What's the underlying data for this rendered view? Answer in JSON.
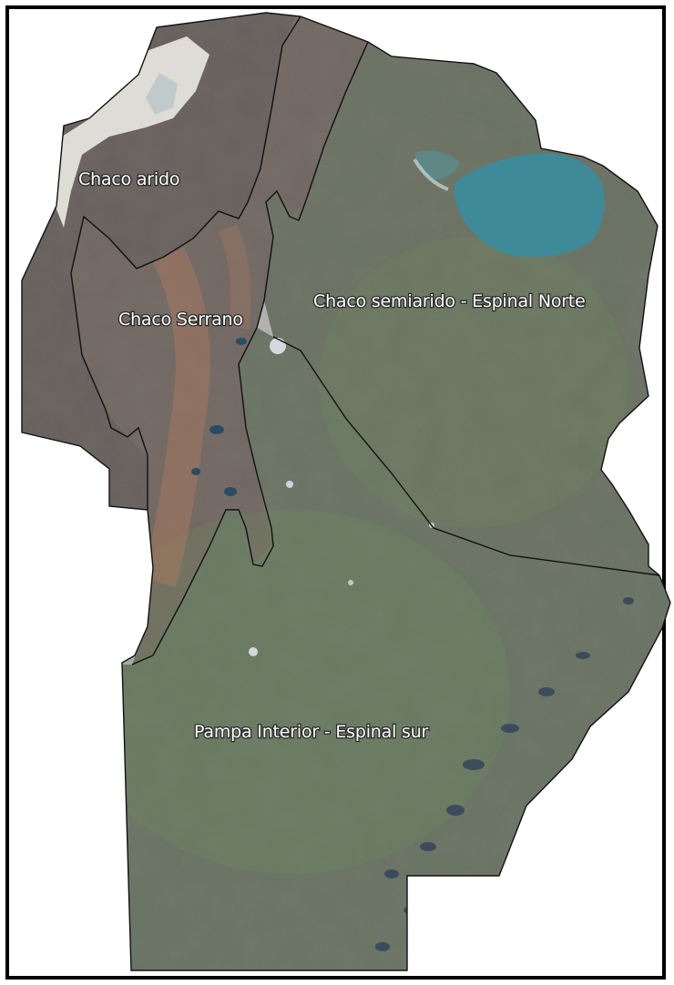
{
  "map": {
    "labels": {
      "chaco_arido": "Chaco arido",
      "chaco_serrano": "Chaco Serrano",
      "chaco_semiarido": "Chaco semiarido - Espinal Norte",
      "pampa_interior": "Pampa Interior - Espinal sur"
    },
    "colors": {
      "frame": "#000000",
      "boundary": "#111111",
      "chaco_arido": "#5a4a45",
      "chaco_serrano": "#6e5a4e",
      "chaco_semiarido": "#5f7050",
      "pampa_interior": "#5c7452",
      "lagoon": "#3f8a98",
      "salt_flat": "#e8e6e0"
    }
  }
}
